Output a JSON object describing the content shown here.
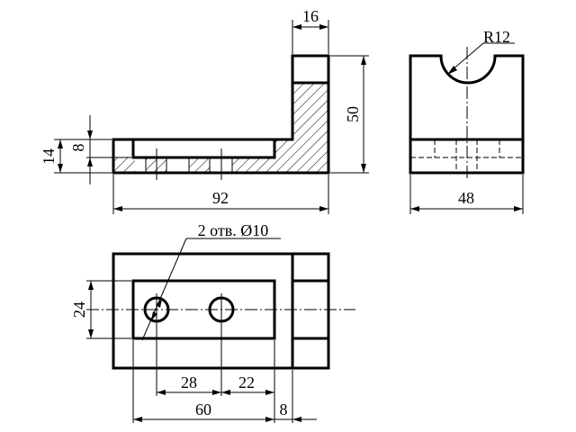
{
  "front_view": {
    "dim_top_width": "16",
    "dim_height": "50",
    "dim_total_height": "14",
    "dim_slot_height": "8",
    "dim_total_length": "92"
  },
  "side_view": {
    "dim_radius": "R12",
    "dim_width": "48"
  },
  "top_view": {
    "hole_callout": "2 отв. Ø10",
    "dim_slot_width": "24",
    "dim_hole_offset": "28",
    "dim_hole_spacing": "22",
    "dim_slot_length": "60",
    "dim_wall_thickness": "8"
  },
  "colors": {
    "line": "#000000",
    "background": "#ffffff"
  }
}
